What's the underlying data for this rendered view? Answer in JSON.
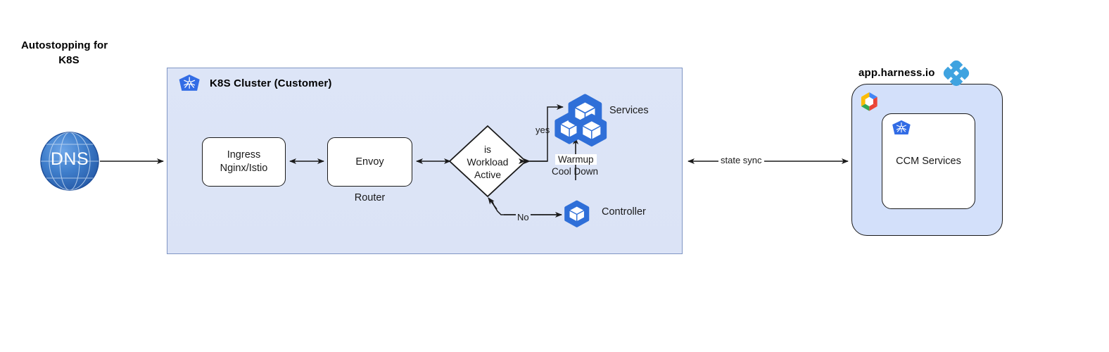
{
  "title": {
    "line1": "Autostopping for",
    "line2": "K8S"
  },
  "cluster": {
    "label": "K8S Cluster (Customer)",
    "icon": "kubernetes-icon",
    "fill": "#dce4f6",
    "border": "#7f95c4",
    "nodes": {
      "ingress": {
        "label": "Ingress\nNginx/Istio"
      },
      "envoy": {
        "label": "Envoy",
        "caption": "Router"
      },
      "decision": {
        "label": "is\nWorkload\nActive"
      },
      "services": {
        "label": "Services",
        "icon": "pods-cluster-icon"
      },
      "controller": {
        "label": "Controller",
        "icon": "pod-icon"
      }
    },
    "edges": {
      "yes": "yes",
      "no": "No",
      "warmup": "Warmup",
      "cooldown": "Cool Down"
    }
  },
  "dns": {
    "label": "DNS",
    "icon": "globe-icon",
    "color": "#3a74c4"
  },
  "harness": {
    "title": "app.harness.io",
    "logo": "harness-diamond-icon",
    "cloud_logo": "google-cloud-icon",
    "inner": {
      "label": "CCM Services",
      "icon": "kubernetes-icon"
    },
    "fill": "#d3e0fa"
  },
  "connections": {
    "state_sync": "state sync"
  },
  "colors": {
    "kubernetes_blue": "#326ce5",
    "harness_blue": "#3fa3e0",
    "line": "#1a1a1a"
  }
}
